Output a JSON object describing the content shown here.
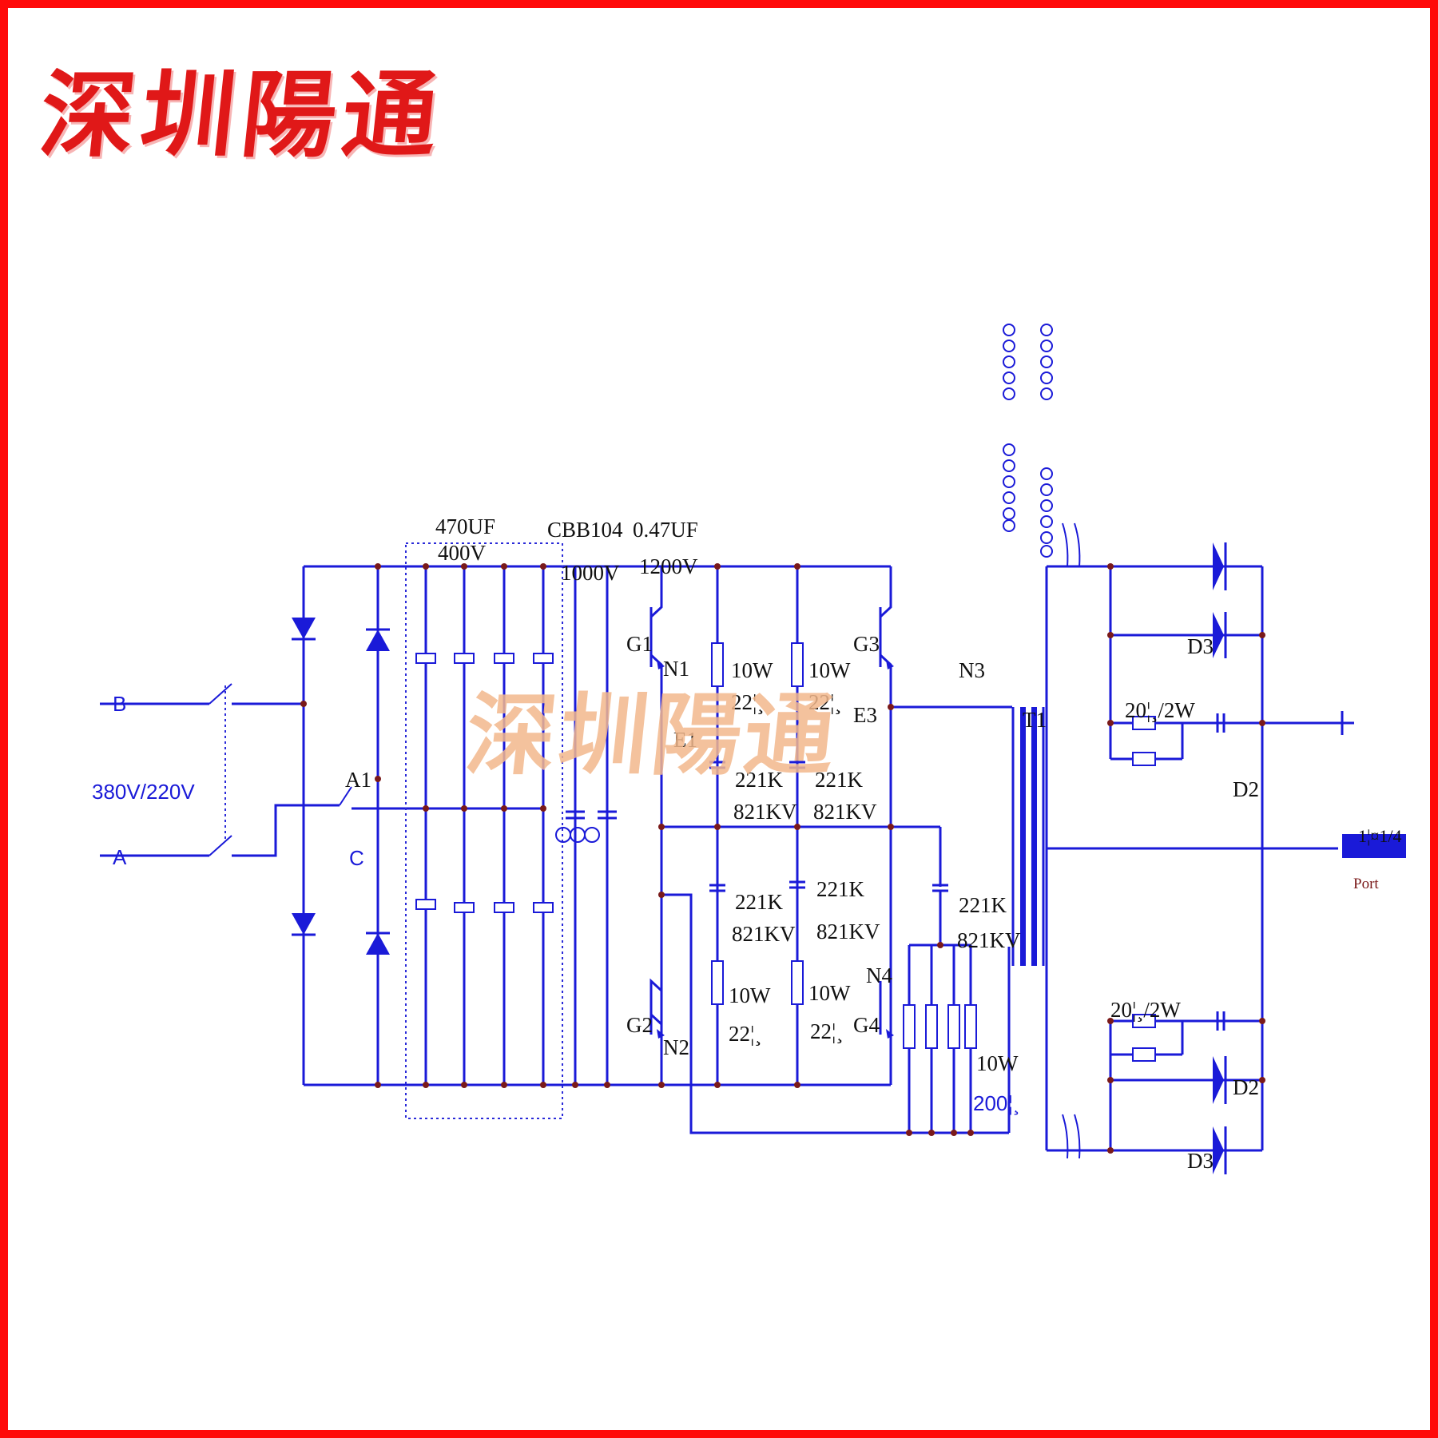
{
  "brand": {
    "logo_text": "深圳陽通",
    "watermark_text": "深圳陽通"
  },
  "colors": {
    "frame": "#ff0a0a",
    "wire": "#1a1ad8",
    "node": "#7a1a1a",
    "logo": "#e01818",
    "watermark": "#f3b88d"
  },
  "labels": {
    "input_b": "B",
    "input_a": "A",
    "input_voltage": "380V/220V",
    "a1": "A1",
    "c": "C",
    "cap_bank_value": "470UF",
    "cap_bank_voltage": "400V",
    "cbb": "CBB104",
    "cbb_voltage": "1000V",
    "film_cap_value": "0.47UF",
    "film_cap_voltage": "1200V",
    "g1": "G1",
    "n1": "N1",
    "e1": "E1",
    "g2": "G2",
    "n2": "N2",
    "g3": "G3",
    "e3": "E3",
    "g4": "G4",
    "n4": "N4",
    "n3": "N3",
    "t1": "T1",
    "res_10w_a": "10W",
    "res_10w_b": "10W",
    "res_22_a": "22¦¸",
    "res_22_b": "22¦¸",
    "res_10w_c": "10W",
    "res_10w_d": "10W",
    "res_22_c": "22¦¸",
    "res_22_d": "22¦¸",
    "snub_cap_1": "221K",
    "snub_cap_1v": "821KV",
    "snub_cap_2": "221K",
    "snub_cap_2v": "821KV",
    "snub_cap_3": "221K",
    "snub_cap_3v": "821KV",
    "snub_cap_4": "221K",
    "snub_cap_4v": "821KV",
    "snub_cap_5": "221K",
    "snub_cap_5v": "821KV",
    "load_res_w": "10W",
    "load_res_ohm": "200¦¸",
    "d3_top": "D3",
    "d2_mid": "D2",
    "d2_low": "D2",
    "d3_low": "D3",
    "rc_top": "20¦¸/2W",
    "rc_bottom": "20¦¸/2W",
    "port_label": "Port",
    "port_text": "1¦¤1/4"
  }
}
